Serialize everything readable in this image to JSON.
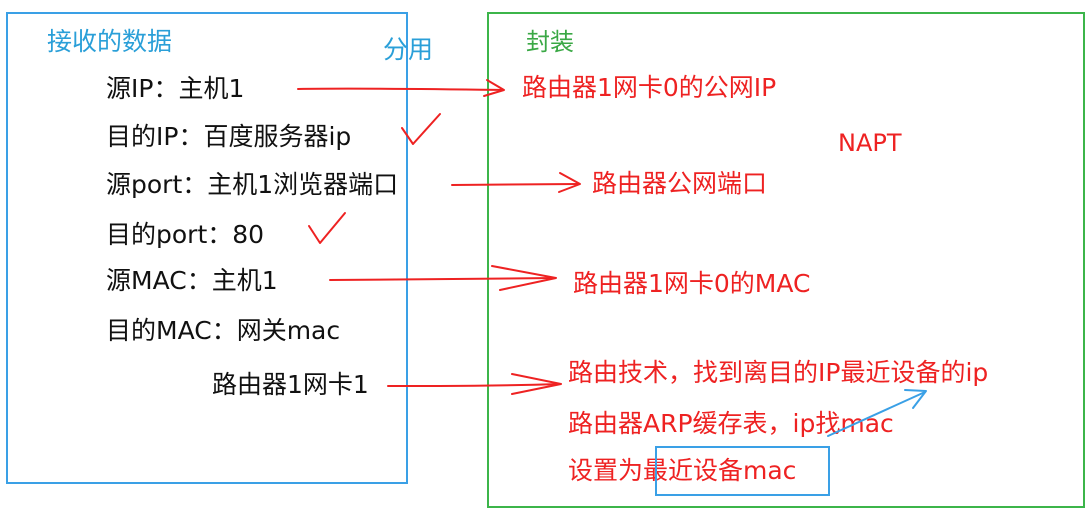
{
  "left": {
    "title": "接收的数据",
    "side_label": "分用",
    "fields": [
      "源IP：主机1",
      "目的IP：百度服务器ip",
      "源port：主机1浏览器端口",
      "目的port：80",
      "源MAC：主机1",
      "目的MAC：网关mac",
      "路由器1网卡1"
    ]
  },
  "right": {
    "title": "封装",
    "napt": "NAPT",
    "results": [
      "路由器1网卡0的公网IP",
      "路由器公网端口",
      "路由器1网卡0的MAC",
      "路由技术，找到离目的IP最近设备的ip",
      "路由器ARP缓存表，ip找mac",
      "设置为最近设备mac"
    ]
  },
  "colors": {
    "left_border": "#3aa0e6",
    "right_border": "#3cb54a",
    "annotation": "#ee2222",
    "check": "#ee2222"
  }
}
